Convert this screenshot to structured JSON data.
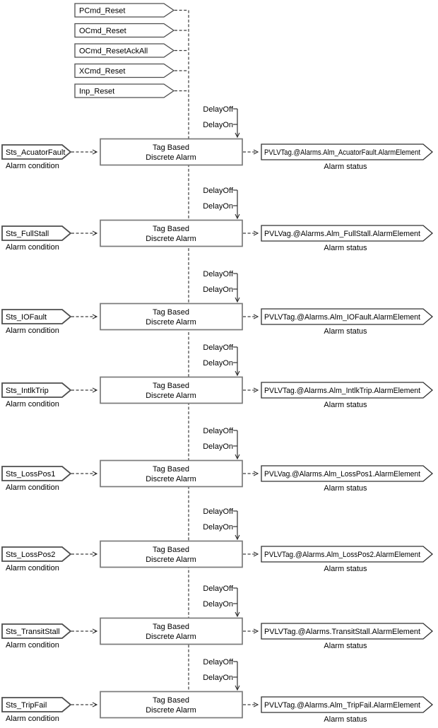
{
  "diagram": {
    "reset_commands": [
      "PCmd_Reset",
      "OCmd_Reset",
      "OCmd_ResetAckAll",
      "XCmd_Reset",
      "Inp_Reset"
    ],
    "block_line1": "Tag Based",
    "block_line2": "Discrete Alarm",
    "delay_off": "DelayOff",
    "delay_on": "DelayOn",
    "input_caption": "Alarm condition",
    "output_caption": "Alarm status",
    "rows": [
      {
        "input": "Sts_AcuatorFault",
        "output": "PVLVTag.@Alarms.Alm_AcuatorFault.AlarmElement"
      },
      {
        "input": "Sts_FullStall",
        "output": "PVLVag.@Alarms.Alm_FullStall.AlarmElement"
      },
      {
        "input": "Sts_IOFault",
        "output": "PVLVTag.@Alarms.Alm_IOFault.AlarmElement"
      },
      {
        "input": "Sts_IntlkTrip",
        "output": "PVLVTag.@Alarms.Alm_IntlkTrip.AlarmElement"
      },
      {
        "input": "Sts_LossPos1",
        "output": "PVLVag.@Alarms.Alm_LossPos1.AlarmElement"
      },
      {
        "input": "Sts_LossPos2",
        "output": "PVLVTag.@Alarms.Alm_LossPos2.AlarmElement"
      },
      {
        "input": "Sts_TransitStall",
        "output": "PVLVTag.@Alarms.TransitStall.AlarmElement"
      },
      {
        "input": "Sts_TripFail",
        "output": "PVLVTag.@Alarms.Alm_TripFail.AlarmElement"
      }
    ],
    "colors": {
      "background": "#ffffff",
      "text": "#000000",
      "box_border": "#7a7a7a",
      "flag_border": "#4d4d4d",
      "dashed_line": "#3d3d3d"
    }
  }
}
